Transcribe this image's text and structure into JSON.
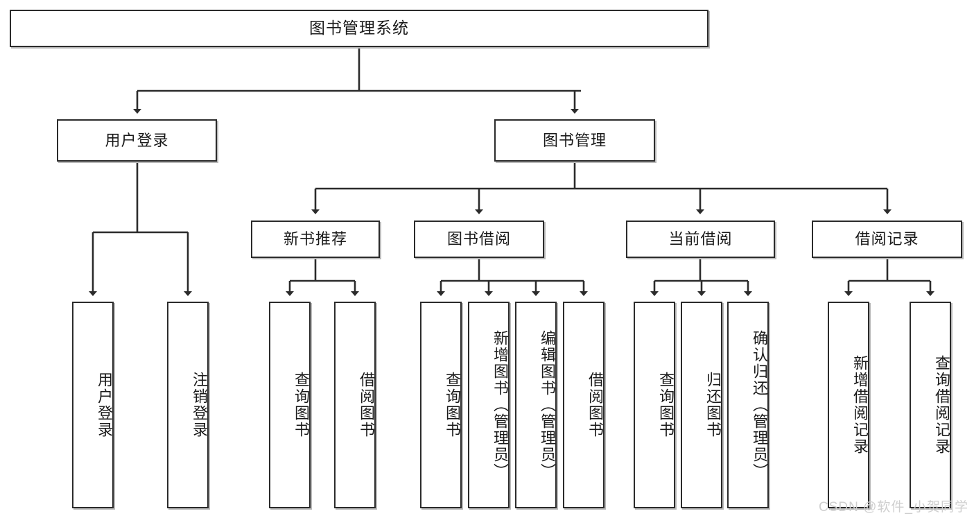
{
  "diagram": {
    "title": "图书管理系统",
    "type": "tree",
    "watermark": "CSDN @软件_小贺同学",
    "colors": {
      "stroke": "#2b2b2b",
      "fill": "#ffffff",
      "text": "#1a1a1a",
      "shadow": "#b9b9b9",
      "watermark": "#cfcfcf"
    },
    "levels": {
      "root": {
        "label": "图书管理系统"
      },
      "level2": [
        {
          "id": "user-login",
          "label": "用户登录"
        },
        {
          "id": "book-manage",
          "label": "图书管理"
        }
      ],
      "level3": [
        {
          "id": "new-book-recommend",
          "label": "新书推荐"
        },
        {
          "id": "book-borrow",
          "label": "图书借阅"
        },
        {
          "id": "current-borrow",
          "label": "当前借阅"
        },
        {
          "id": "borrow-record",
          "label": "借阅记录"
        }
      ],
      "leaves": {
        "user-login": [
          {
            "id": "leaf-user-login",
            "label": "用户登录"
          },
          {
            "id": "leaf-logout",
            "label": "注销登录"
          }
        ],
        "new-book-recommend": [
          {
            "id": "leaf-query-book-1",
            "label": "查询图书"
          },
          {
            "id": "leaf-borrow-book-1",
            "label": "借阅图书"
          }
        ],
        "book-borrow": [
          {
            "id": "leaf-query-book-2",
            "label": "查询图书"
          },
          {
            "id": "leaf-add-book-admin",
            "label": "新增图书（管理员）"
          },
          {
            "id": "leaf-edit-book-admin",
            "label": "编辑图书（管理员）"
          },
          {
            "id": "leaf-borrow-book-2",
            "label": "借阅图书"
          }
        ],
        "current-borrow": [
          {
            "id": "leaf-query-book-3",
            "label": "查询图书"
          },
          {
            "id": "leaf-return-book",
            "label": "归还图书"
          },
          {
            "id": "leaf-confirm-return-admin",
            "label": "确认归还（管理员）"
          }
        ],
        "borrow-record": [
          {
            "id": "leaf-add-borrow-record",
            "label": "新增借阅记录"
          },
          {
            "id": "leaf-query-borrow-record",
            "label": "查询借阅记录"
          }
        ]
      }
    }
  }
}
